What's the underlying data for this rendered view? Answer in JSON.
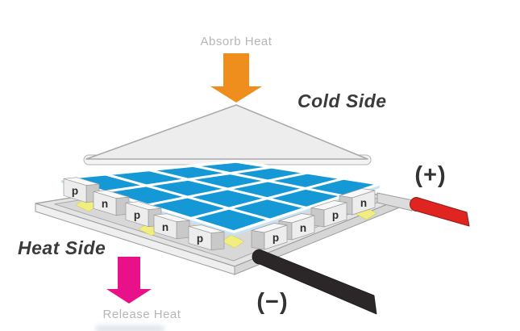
{
  "scene": {
    "labels": {
      "absorb_heat": "Absorb Heat",
      "cold_side": "Cold Side",
      "heat_side": "Heat Side",
      "release_heat": "Release Heat",
      "positive_terminal": "(+)",
      "negative_terminal": "(−)"
    },
    "module": {
      "left_edge_blocks": [
        "p",
        "n",
        "p",
        "n",
        "p"
      ],
      "right_edge_blocks": [
        "p",
        "n",
        "p",
        "n"
      ],
      "tile_grid_rows": 4,
      "tile_grid_cols": 4
    },
    "colors": {
      "absorb_arrow": "#EF8E1D",
      "release_arrow": "#E9118A",
      "cold_plate": "#EDEDED",
      "electrode_tile_blue": "#1598D6",
      "tile_grid_line": "#FFFFFF",
      "tile_edge_band": "#C7E4F4",
      "semiconductor_top": "#F8F8F8",
      "semiconductor_front": "#EDEDED",
      "semiconductor_side": "#C9C9C9",
      "bottom_electrode_yellow": "#F2EE7D",
      "base_top": "#E4E4E4",
      "base_floor": "#D8D8D8",
      "base_edge_light": "#EFEFEF",
      "base_edge_dark": "#D6D6D6",
      "outline_gray": "#9C9C9C",
      "positive_wire_red": "#E02521",
      "positive_wire_outline": "#8E1B17",
      "negative_wire_black": "#2B2627",
      "flow_label_gray": "#B6B6B6",
      "side_label_dark": "#3A3A3A",
      "block_letter": "#2D2D2D"
    }
  }
}
